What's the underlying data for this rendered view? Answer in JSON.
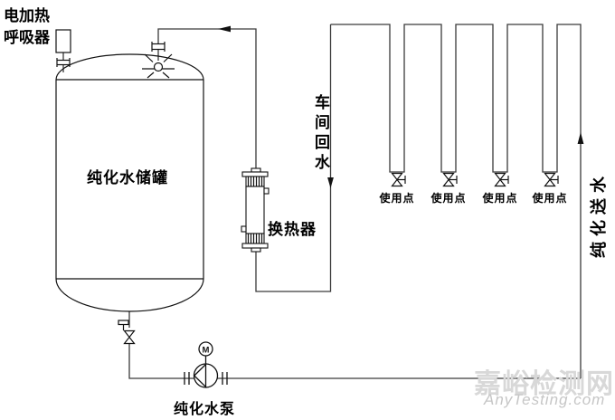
{
  "diagram": {
    "breather_label_line1": "电加热",
    "breather_label_line2": "呼吸器",
    "tank_label": "纯化水储罐",
    "return_label": "车间回水",
    "exchanger_label": "换热器",
    "use_point_labels": [
      "使用点",
      "使用点",
      "使用点",
      "使用点"
    ],
    "supply_label": "纯化送水",
    "pump_label": "纯化水泵",
    "motor_letter": "M"
  },
  "watermark": {
    "site_name": "嘉峪检测网",
    "site_url": "AnyTesting.com"
  },
  "colors": {
    "pipe_line": "#3a3a3a",
    "equipment_line": "#111111",
    "watermark_cn": "#d8d8d8",
    "watermark_en": "#c6c6c6",
    "background": "#ffffff"
  }
}
